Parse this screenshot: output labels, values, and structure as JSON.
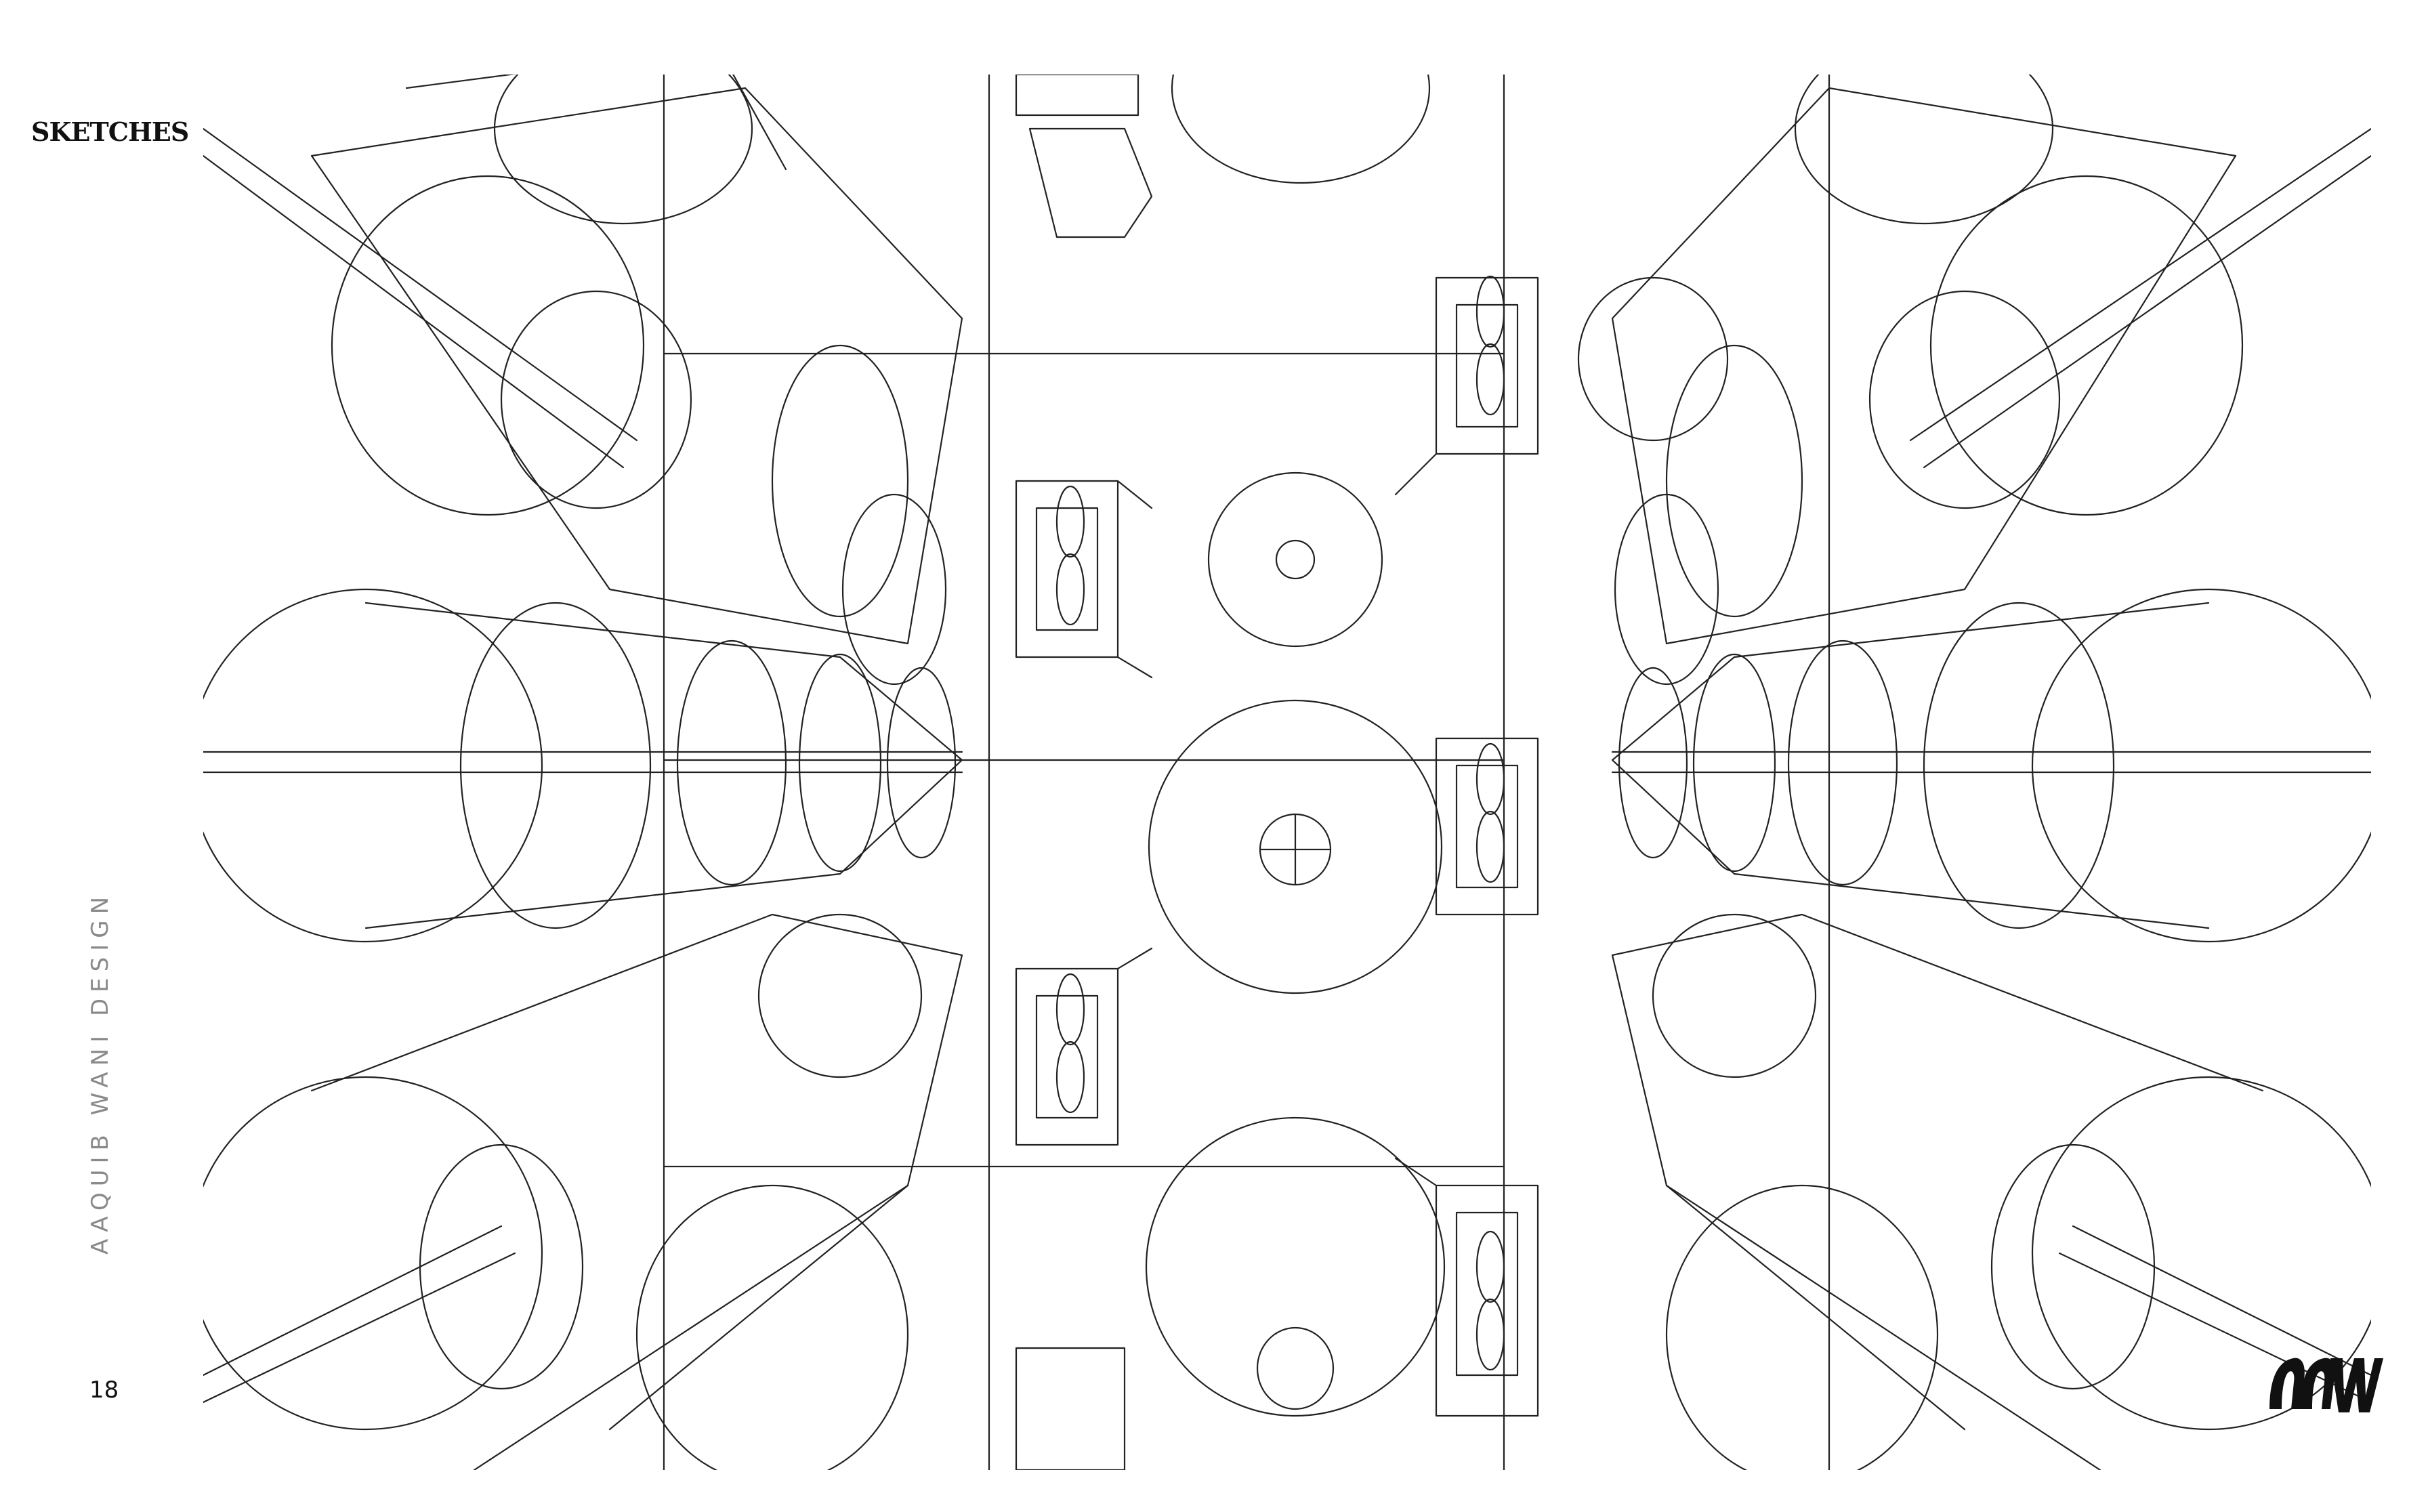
{
  "header": {
    "section_title": "SKETCHES"
  },
  "sidebar": {
    "credit": "AAQUIB WANI DESIGN"
  },
  "footer": {
    "page_number": "18"
  },
  "logo": {
    "icon": "aw-monogram-logo"
  },
  "image": {
    "icon": "perspective-sketch",
    "line_color": "#222222"
  }
}
